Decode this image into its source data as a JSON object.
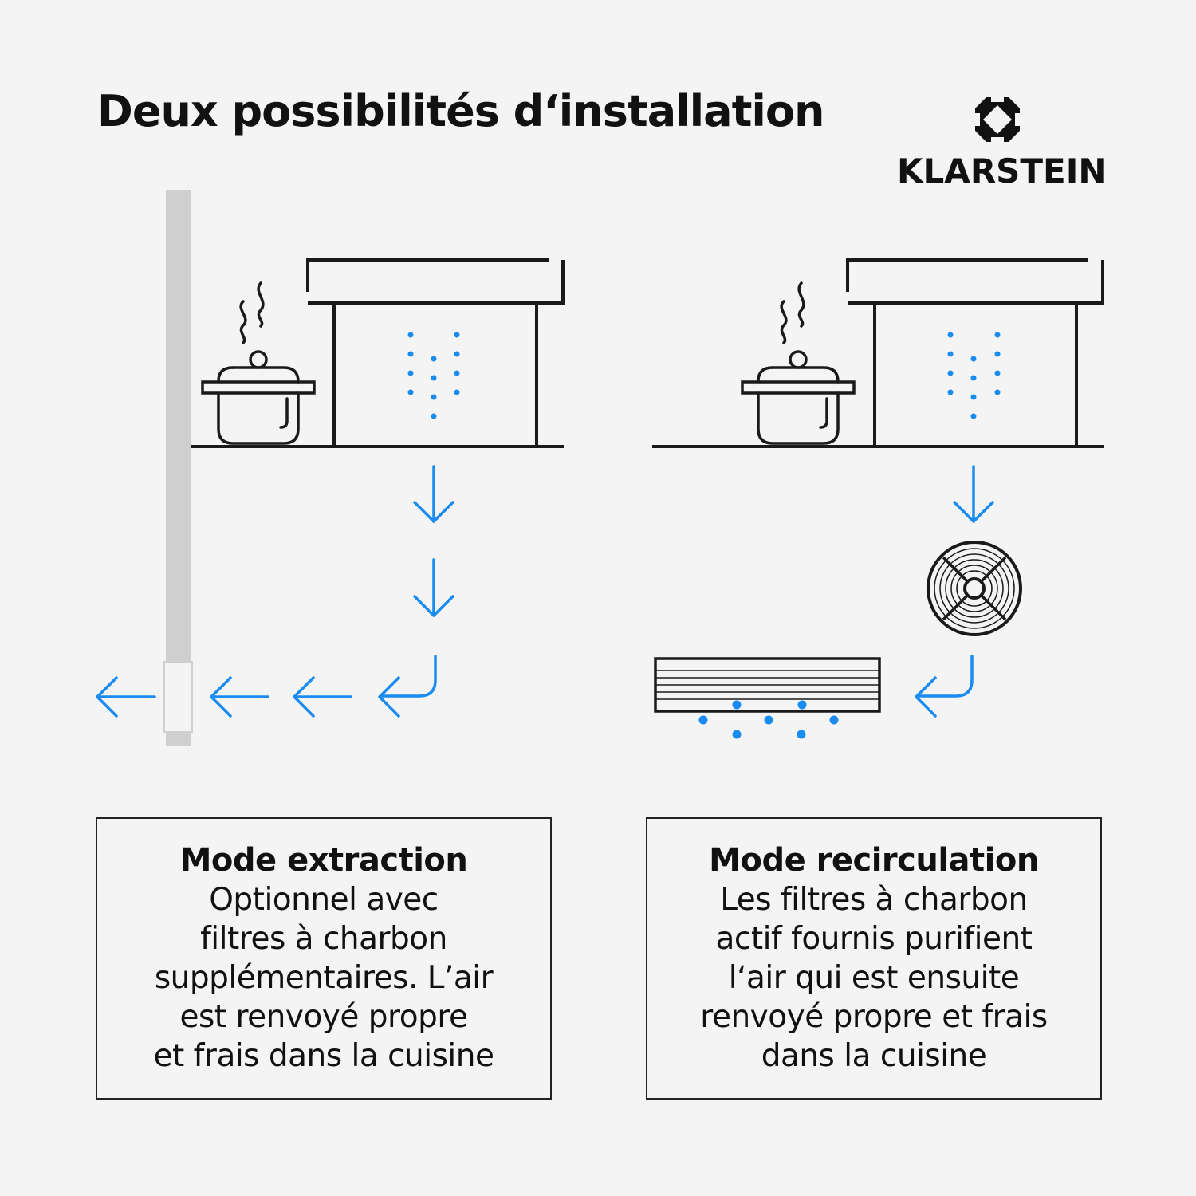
{
  "header": {
    "title": "Deux possibilités d‘installation",
    "brand": "KLARSTEIN"
  },
  "colors": {
    "accent": "#1a8cf0",
    "line": "#1a1a1a",
    "duct": "#cfcfcf",
    "background": "#f4f4f4"
  },
  "icons": {
    "logo": "klarstein-logo-icon",
    "pot": "cooking-pot-icon",
    "fan": "fan-icon",
    "filter": "carbon-filter-icon",
    "arrows": "airflow-arrow-icon"
  },
  "extraction": {
    "title": "Mode extraction",
    "description": "Optionnel avec\nfiltres à charbon\nsupplémentaires. L’air\nest renvoyé propre\net frais dans la cuisine"
  },
  "recirculation": {
    "title": "Mode recirculation",
    "description": "Les filtres à charbon\nactif fournis purifient\nl‘air qui est ensuite\nrenvoyé propre et frais\ndans la cuisine"
  }
}
